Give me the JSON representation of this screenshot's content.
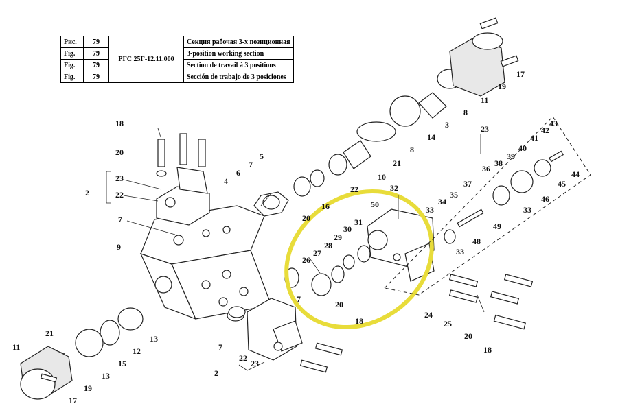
{
  "title_table": {
    "rows": [
      {
        "label": "Рис.",
        "num": "79",
        "desc": "Секция рабочая 3-х позиционная"
      },
      {
        "label": "Fig.",
        "num": "79",
        "desc": "3-position working section"
      },
      {
        "label": "Fig.",
        "num": "79",
        "desc": "Section de travail à 3 positions"
      },
      {
        "label": "Fig.",
        "num": "79",
        "desc": "Sección de trabajo de 3 posiciones"
      }
    ],
    "code": "РГС 25Г-12.11.000"
  },
  "callouts": {
    "n17a": "17",
    "n19a": "19",
    "n11a": "11",
    "n8a": "8",
    "n3": "3",
    "n14": "14",
    "n8b": "8",
    "n21a": "21",
    "n10": "10",
    "n23a": "23",
    "n43": "43",
    "n42": "42",
    "n41": "41",
    "n40": "40",
    "n39": "39",
    "n38": "38",
    "n36": "36",
    "n44": "44",
    "n45": "45",
    "n46": "46",
    "n33a": "33",
    "n37": "37",
    "n49": "49",
    "n35": "35",
    "n34": "34",
    "n48": "48",
    "n33b": "33",
    "n32": "32",
    "n22a": "22",
    "n50": "50",
    "n31": "31",
    "n30": "30",
    "n29": "29",
    "n28": "28",
    "n27": "27",
    "n26": "26",
    "n7a": "7",
    "n33c": "33",
    "n18a": "18",
    "n20a": "20",
    "n5": "5",
    "n7b": "7",
    "n6": "6",
    "n4": "4",
    "n16": "16",
    "n20b": "20",
    "n23b": "23",
    "n2a": "2",
    "n22b": "22",
    "n7c": "7",
    "n9": "9",
    "n20c": "20",
    "n18b": "18",
    "n24": "24",
    "n25": "25",
    "n20d": "20",
    "n18c": "18",
    "n7d": "7",
    "n22c": "22",
    "n23c": "23",
    "n2b": "2",
    "n21b": "21",
    "n11b": "11",
    "n13a": "13",
    "n15": "15",
    "n12": "12",
    "n13b": "13",
    "n19b": "19",
    "n17b": "17"
  }
}
